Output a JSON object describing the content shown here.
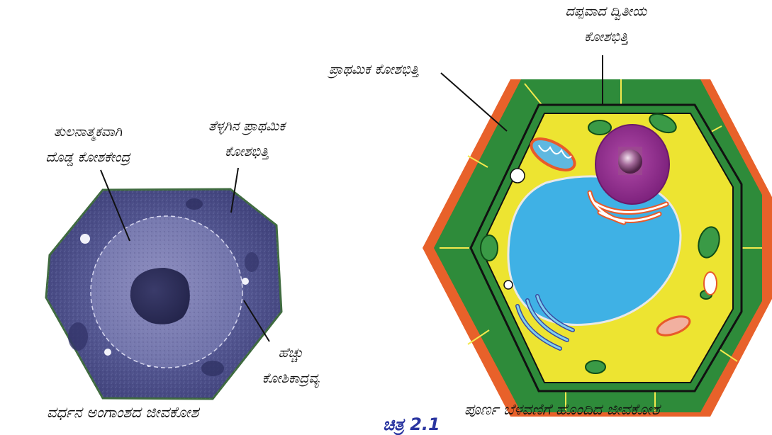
{
  "left": {
    "label_nucleus": [
      "ತುಲನಾತ್ಮಕವಾಗಿ",
      "ದೊಡ್ಡ ಕೋಶಕೇಂದ್ರ"
    ],
    "label_thin_wall": [
      "ತೆಳ್ಳಗಿನ ಪ್ರಾಥಮಿಕ",
      "ಕೋಶಭಿತ್ತಿ"
    ],
    "label_cytoplasm": [
      "ಹೆಚ್ಚು",
      "ಕೋಶಿಕಾದ್ರವ್ಯ"
    ],
    "caption": "ವರ್ಧನ ಅಂಗಾಂಶದ ಜೀವಕೋಶ"
  },
  "right": {
    "label_secondary_wall": [
      "ದಪ್ಪವಾದ ದ್ವಿತೀಯ",
      "ಕೋಶಭಿತ್ತಿ"
    ],
    "label_primary_wall": "ಪ್ರಾಥಮಿಕ ಕೋಶಭಿತ್ತಿ",
    "caption": "ಪೂರ್ಣ ಬೆಳವಣಿಗೆ ಹೊಂದಿದ ಜೀವಕೋಶ"
  },
  "figure_number": "ಚಿತ್ರ 2.1",
  "colors": {
    "wall_green": "#2e8b3a",
    "wall_orange": "#e8612a",
    "cytoplasm_yellow": "#ede431",
    "vacuole_blue": "#3fb1e5",
    "nucleus_purple": "#8e2a8e",
    "micrograph": "#4a4a8a"
  }
}
